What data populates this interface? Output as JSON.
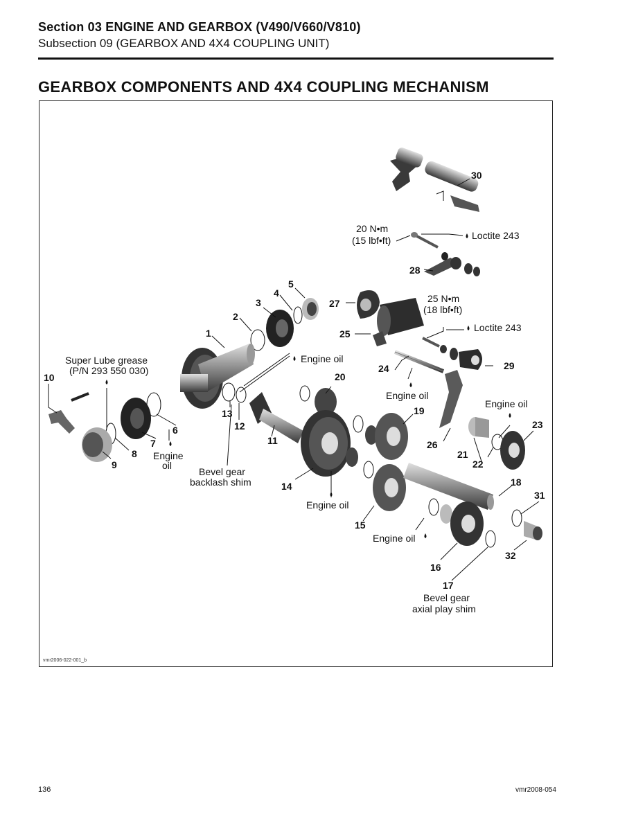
{
  "header": {
    "section": "Section 03 ENGINE AND GEARBOX (V490/V660/V810)",
    "subsection": "Subsection 09 (GEARBOX AND 4X4 COUPLING UNIT)"
  },
  "page_title": "GEARBOX COMPONENTS AND 4X4 COUPLING MECHANISM",
  "figure": {
    "id": "vmr2006-022-001_b",
    "callouts": [
      "1",
      "2",
      "3",
      "4",
      "5",
      "6",
      "7",
      "8",
      "9",
      "10",
      "11",
      "12",
      "13",
      "14",
      "15",
      "16",
      "17",
      "18",
      "19",
      "20",
      "21",
      "22",
      "23",
      "24",
      "25",
      "26",
      "27",
      "28",
      "29",
      "30",
      "31",
      "32"
    ],
    "notes": {
      "torque_20_nm": "20 N•m",
      "torque_20_lbf": "(15 lbf•ft)",
      "torque_25_nm": "25 N•m",
      "torque_25_lbf": "(18 lbf•ft)",
      "loctite_1": "Loctite 243",
      "loctite_2": "Loctite 243",
      "super_lube_1": "Super Lube grease",
      "super_lube_2": "(P/N 293 550 030)",
      "engine_oil_a": "Engine oil",
      "engine_oil_b": "Engine oil",
      "engine_oil_c": "Engine oil",
      "engine_oil_d1": "Engine",
      "engine_oil_d2": "oil",
      "engine_oil_e": "Engine oil",
      "engine_oil_f": "Engine oil",
      "backlash_1": "Bevel gear",
      "backlash_2": "backlash shim",
      "axial_1": "Bevel gear",
      "axial_2": "axial play shim"
    }
  },
  "footer": {
    "page_number": "136",
    "doc_code": "vmr2008-054"
  }
}
